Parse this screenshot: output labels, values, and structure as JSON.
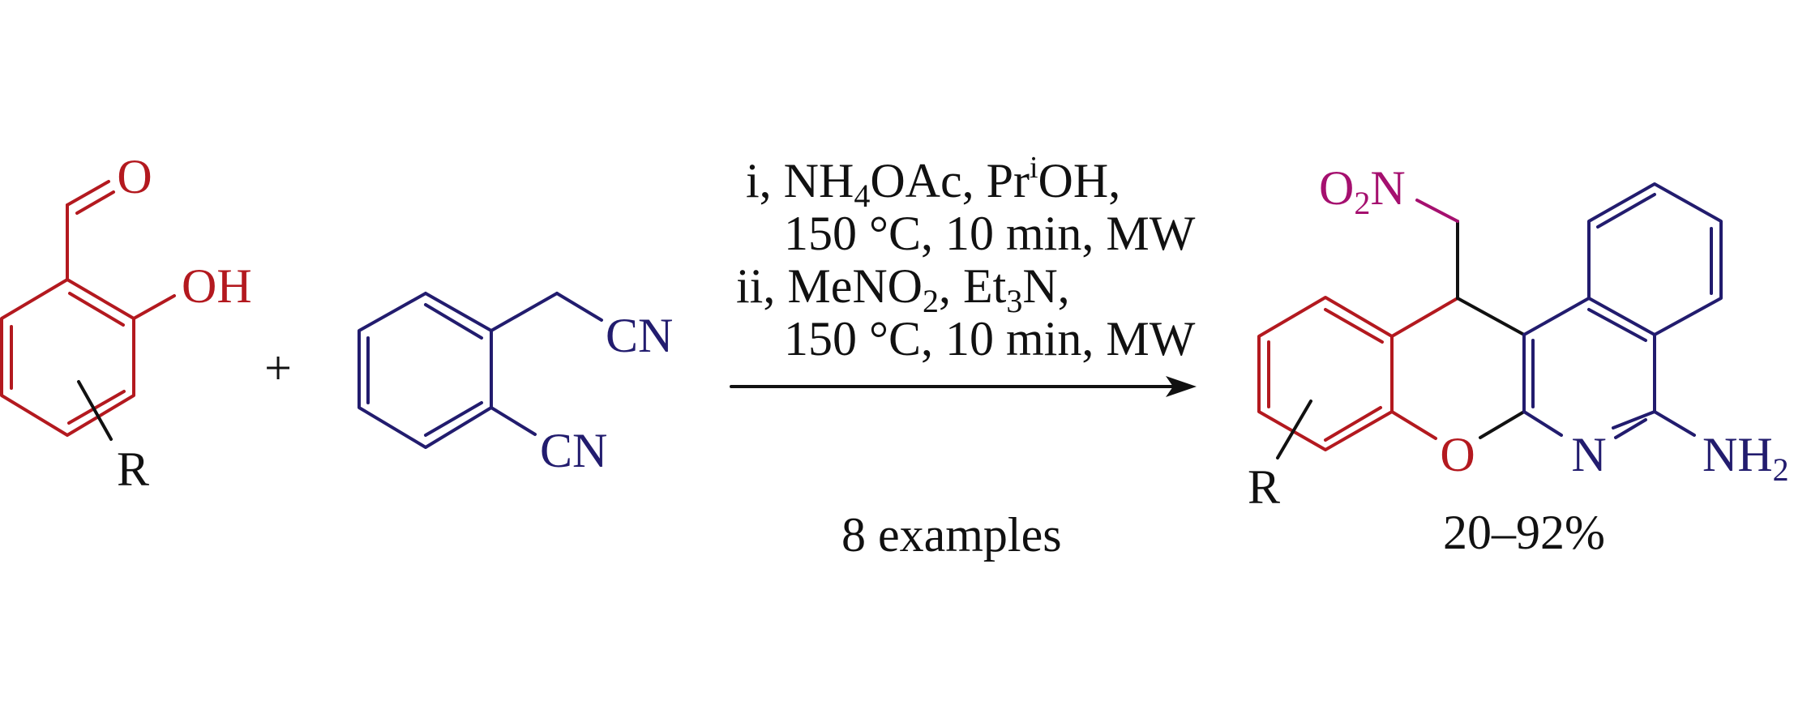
{
  "colors": {
    "salicylaldehyde": "#b3191f",
    "nitrile": "#221c6e",
    "nitro": "#a5106f",
    "text": "#111111"
  },
  "reactant1": {
    "carbonyl_o": "O",
    "hydroxyl": "OH",
    "substituent": "R"
  },
  "plus": "+",
  "reactant2": {
    "nitrile_top": "CN",
    "nitrile_bottom": "CN"
  },
  "conditions": {
    "line1": {
      "a": "i, NH",
      "sub": "4",
      "b": "OAc, Pr",
      "sup": "i",
      "c": "OH,"
    },
    "line2": "150 °C, 10 min, MW",
    "line3": {
      "a": "ii, MeNO",
      "sub1": "2",
      "b": ", Et",
      "sub2": "3",
      "c": "N,"
    },
    "line4": "150 °C, 10 min, MW",
    "examples": "8 examples"
  },
  "product": {
    "nitro": {
      "a": "O",
      "sub": "2",
      "b": "N"
    },
    "ring_o": "O",
    "ring_n": "N",
    "amine": {
      "a": "NH",
      "sub": "2"
    },
    "substituent": "R",
    "yield": "20–92%"
  }
}
